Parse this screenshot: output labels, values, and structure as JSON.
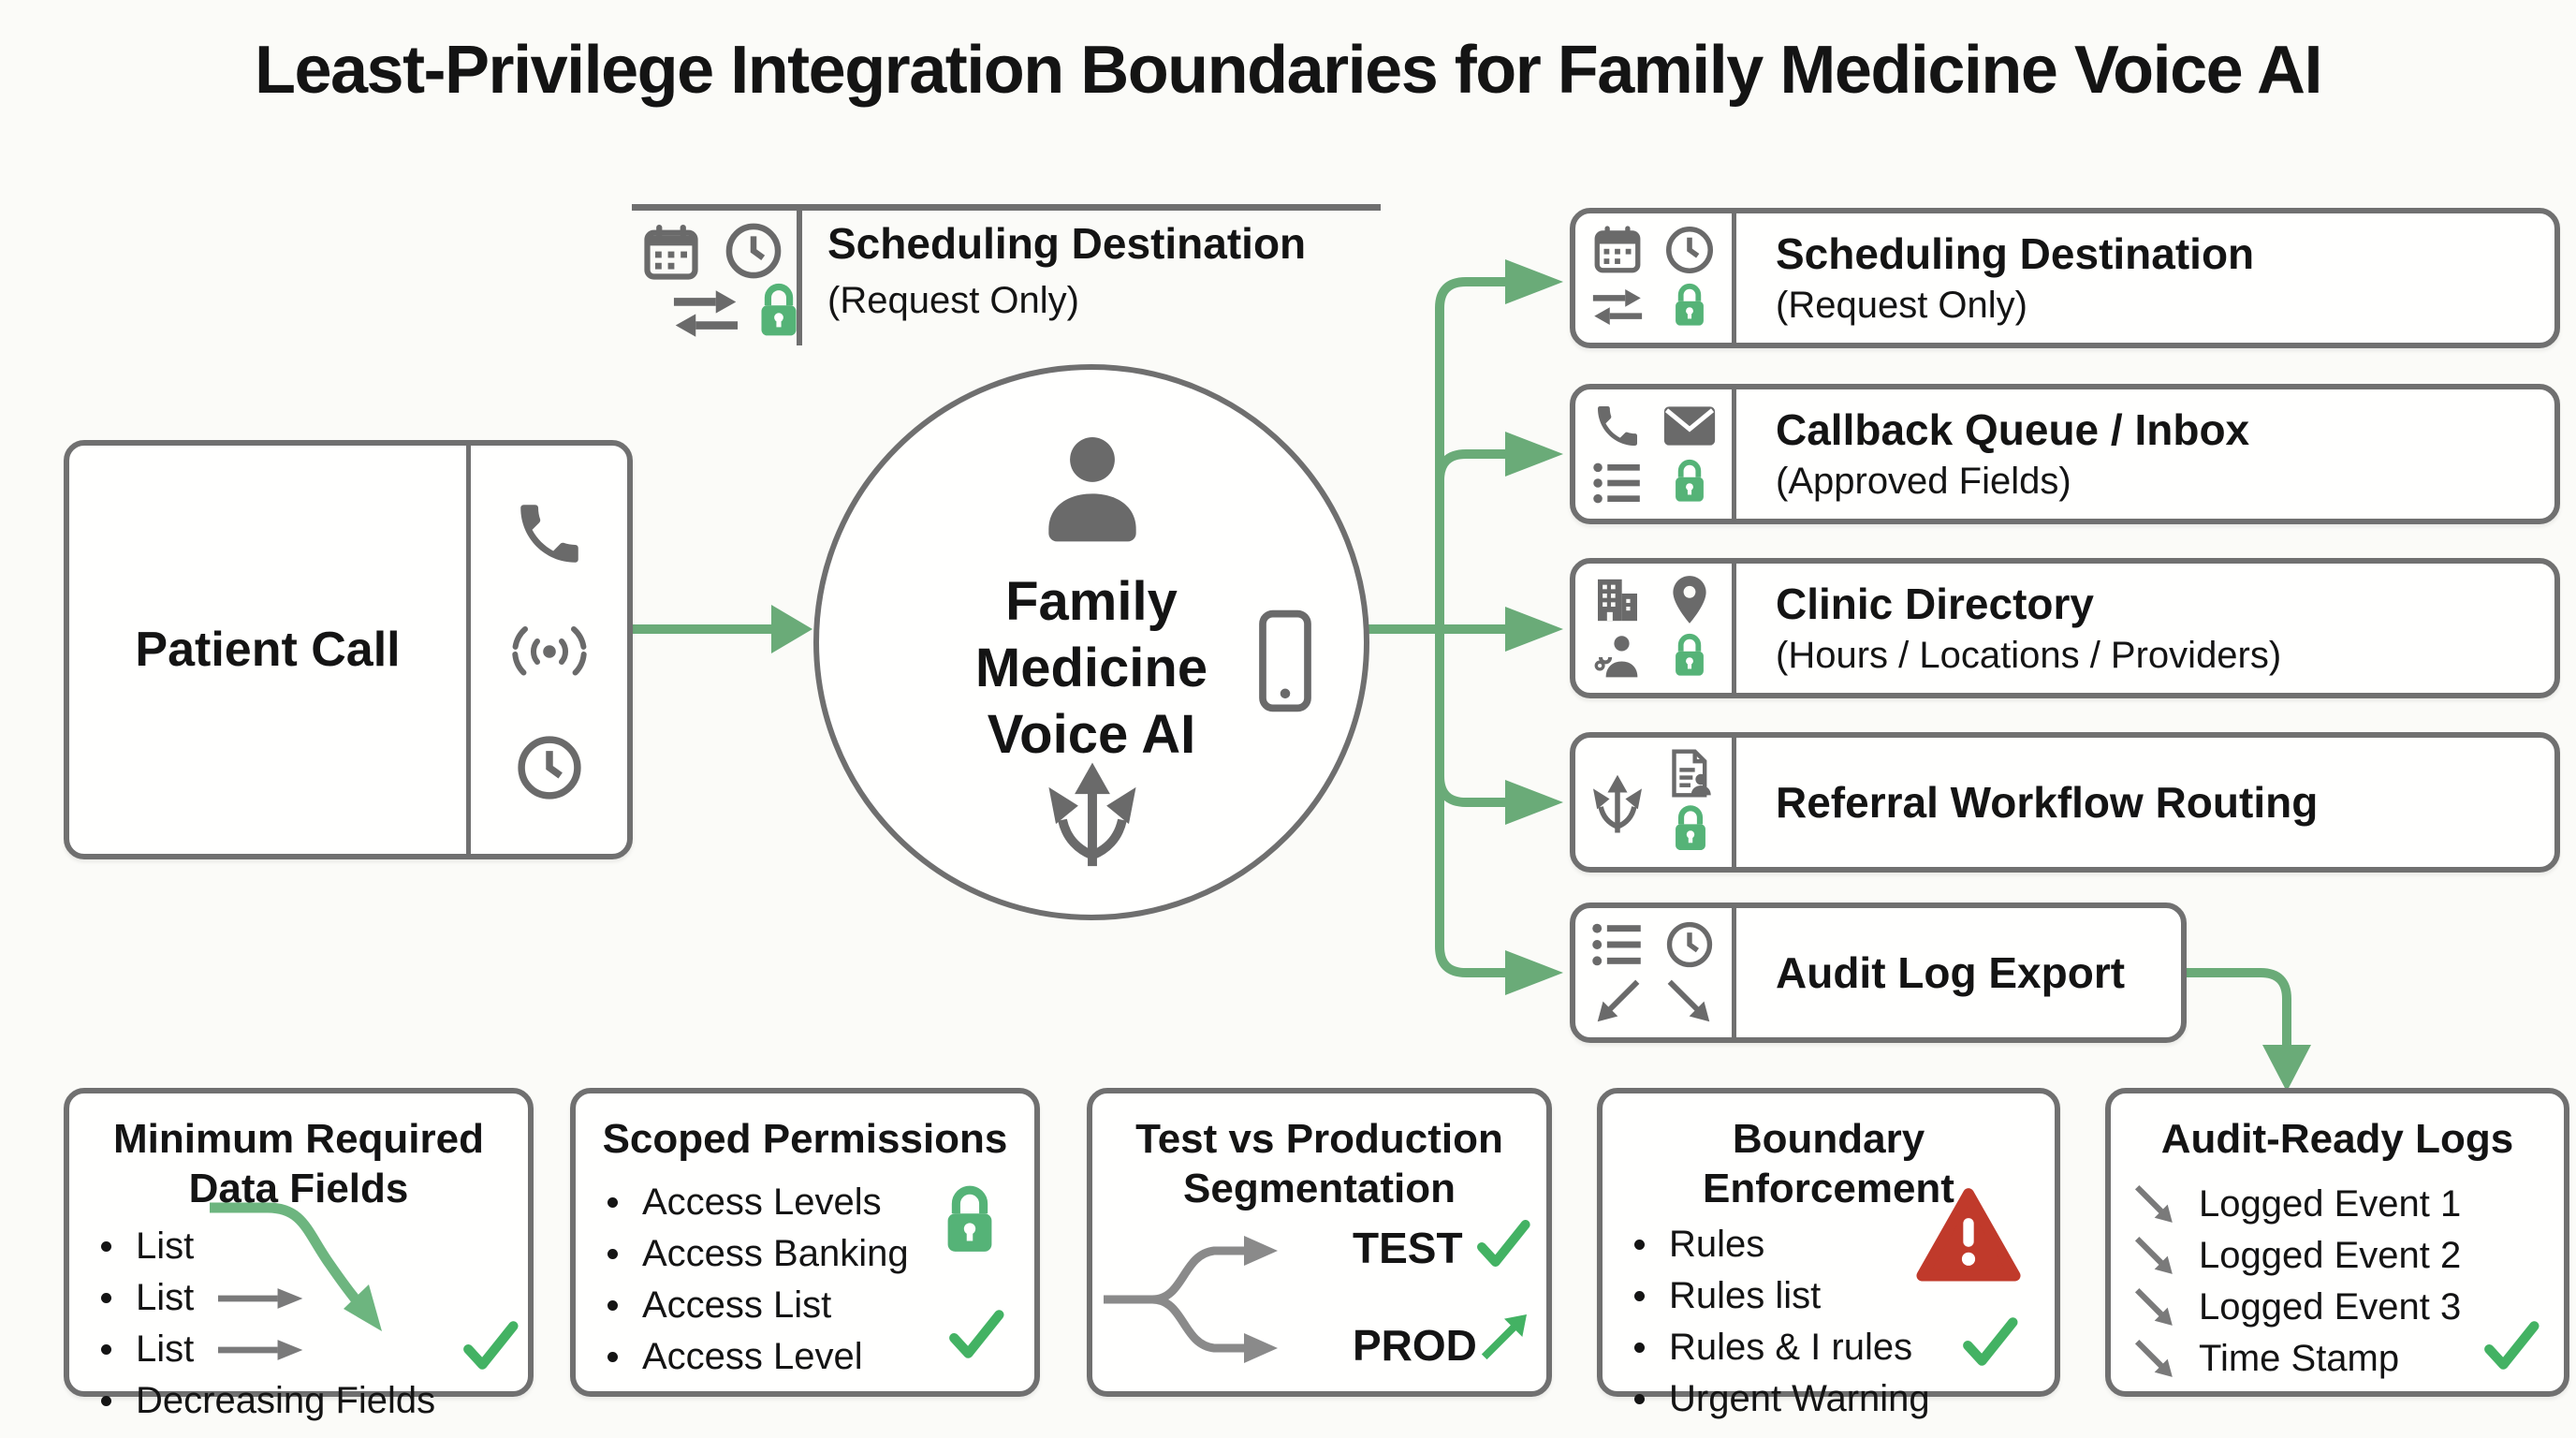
{
  "title": "Least-Privilege Integration Boundaries for Family Medicine Voice AI",
  "colors": {
    "green_line": "#6aab78",
    "green_accent": "#44b066",
    "lock_green": "#55b377",
    "icon_gray": "#6a6a6a",
    "border_gray": "#707070",
    "warning_red": "#c03a2b",
    "text": "#141414",
    "background": "#fbfbf8"
  },
  "patient": {
    "label": "Patient Call",
    "icons": [
      "phone-icon",
      "broadcast-icon",
      "clock-icon"
    ]
  },
  "annotation": {
    "title": "Scheduling Destination",
    "subtitle": "(Request Only)",
    "icons": [
      "calendar-icon",
      "clock-icon",
      "swap-arrows-icon",
      "lock-icon"
    ]
  },
  "hub": {
    "line1": "Family",
    "line2": "Medicine",
    "line3": "Voice AI",
    "icons": [
      "person-icon",
      "smartphone-icon",
      "branch-arrows-icon"
    ]
  },
  "right_boxes": [
    {
      "title": "Scheduling Destination",
      "subtitle": "(Request Only)",
      "icons": [
        "calendar-icon",
        "clock-icon",
        "swap-arrows-icon",
        "lock-icon"
      ]
    },
    {
      "title": "Callback Queue / Inbox",
      "subtitle": "(Approved Fields)",
      "icons": [
        "phone-icon",
        "envelope-icon",
        "list-icon",
        "lock-icon"
      ]
    },
    {
      "title": "Clinic Directory",
      "subtitle": "(Hours / Locations / Providers)",
      "icons": [
        "building-icon",
        "location-pin-icon",
        "doctor-icon",
        "lock-icon"
      ]
    },
    {
      "title": "Referral Workflow Routing",
      "icons": [
        "branch-arrows-icon",
        "document-person-icon",
        "lock-icon"
      ]
    },
    {
      "title": "Audit Log Export",
      "icons": [
        "list-icon",
        "clock-icon",
        "arrow-down-left-icon",
        "arrow-down-right-icon"
      ]
    }
  ],
  "bottom_boxes": {
    "min_fields": {
      "title1": "Minimum Required",
      "title2": "Data Fields",
      "items": [
        "List",
        "List",
        "List",
        "Decreasing Fields"
      ]
    },
    "scoped": {
      "title": "Scoped Permissions",
      "items": [
        "Access Levels",
        "Access Banking",
        "Access List",
        "Access Level"
      ]
    },
    "segmentation": {
      "title1": "Test vs Production",
      "title2": "Segmentation",
      "test_label": "TEST",
      "prod_label": "PROD"
    },
    "boundary": {
      "title1": "Boundary",
      "title2": "Enforcement",
      "items": [
        "Rules",
        "Rules list",
        "Rules & I rules",
        "Urgent Warning"
      ]
    },
    "audit": {
      "title": "Audit-Ready Logs",
      "items": [
        "Logged Event 1",
        "Logged Event 2",
        "Logged Event 3",
        "Time Stamp"
      ]
    }
  }
}
